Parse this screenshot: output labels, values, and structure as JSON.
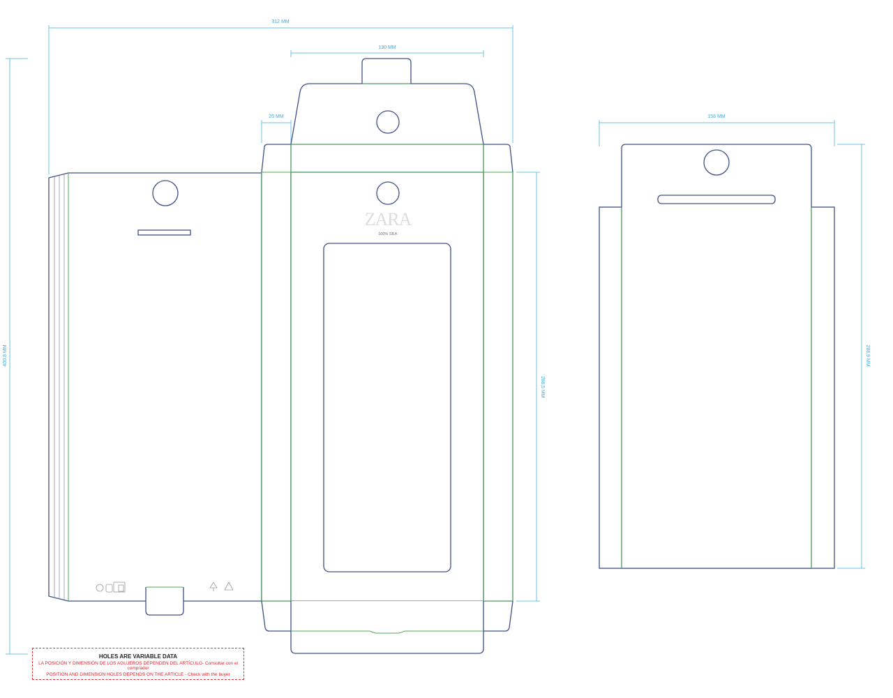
{
  "dimensions": {
    "total_width": "312 MM",
    "top_flap_width": "130 MM",
    "side_flap_width": "20 MM",
    "insert_width": "158 MM",
    "total_height": "400,8 MM",
    "body_height": "288,5 MM",
    "insert_height": "288,9 MM"
  },
  "branding": {
    "logo": "ZARA",
    "composition": "100% SILK"
  },
  "note": {
    "title": "HOLES ARE VARIABLE DATA",
    "spanish": "LA POSICIÓN Y DIMENSIÓN DE LOS AGUJEROS DEPENDEN DEL ARTÍCULO- Consultar con el comprador",
    "english": "POSITION AND DIMENSION HOLES DEPENDS ON THE ARTICLE - Check with the buyer"
  },
  "colors": {
    "cut_line": "#3d4f86",
    "fold_line": "#4cae4f",
    "dimension": "#6cc3e0",
    "warning": "#d8242e"
  }
}
